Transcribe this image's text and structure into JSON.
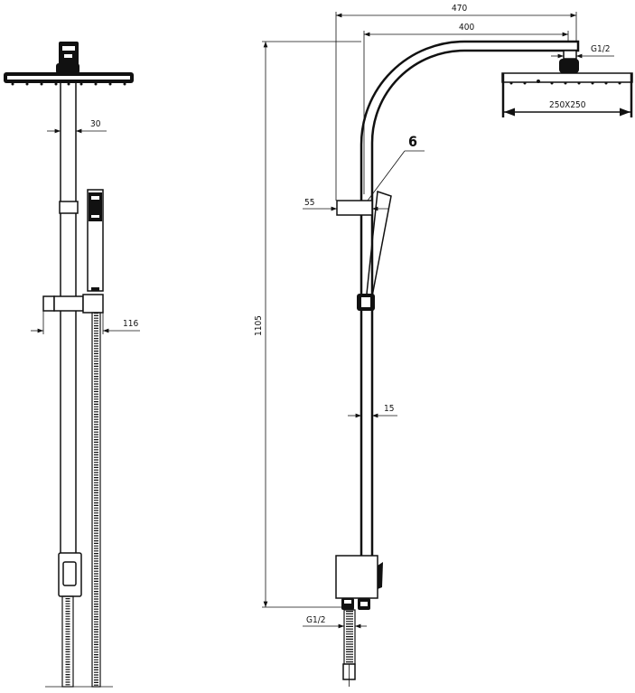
{
  "drawing": {
    "side_view": {
      "dim_pipe_diameter": "30",
      "dim_holder_width": "116"
    },
    "front_view": {
      "dim_total_width": "470",
      "dim_arm_reach": "400",
      "dim_height": "1105",
      "dim_head_size": "250X250",
      "dim_top_thread": "G1/2",
      "dim_bracket": "55",
      "dim_pipe_diameter": "15",
      "dim_bottom_thread": "G1/2",
      "callout_label": "6"
    }
  }
}
